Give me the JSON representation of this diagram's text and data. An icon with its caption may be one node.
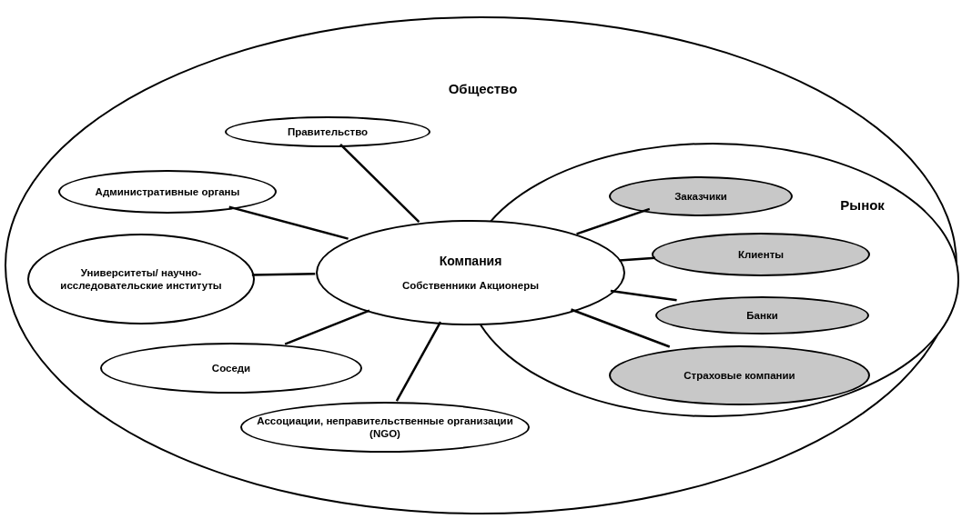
{
  "diagram": {
    "nodes": [
      {
        "text": [
          "Общество"
        ]
      },
      {
        "text": [
          "Правительство"
        ],
        "in": 0
      },
      {
        "text": [
          "Административные органы"
        ],
        "in": 0
      },
      {
        "text": [
          "Университеты/ научно-исследовательские институты"
        ],
        "in": 0
      },
      {
        "text": [
          "Соседи"
        ],
        "in": 0
      },
      {
        "text": [
          "Ассоциации, неправительственные организации (NGO)"
        ],
        "in": 0
      },
      {
        "text": [
          "Компания",
          "Собственники Акционеры"
        ],
        "in": 0
      },
      {
        "text": [
          "Рынок"
        ],
        "in": 0
      },
      {
        "text": [
          "Заказчики"
        ],
        "in": 7
      },
      {
        "text": [
          "Клиенты"
        ],
        "in": 7
      },
      {
        "text": [
          "Банки"
        ],
        "in": 7
      },
      {
        "text": [
          "Страховые компании"
        ],
        "in": 7
      }
    ],
    "edges": [
      {
        "from": 6,
        "to": 1,
        "arrow": "none"
      },
      {
        "from": 6,
        "to": 2,
        "arrow": "none"
      },
      {
        "from": 6,
        "to": 3,
        "arrow": "none"
      },
      {
        "from": 6,
        "to": 4,
        "arrow": "none"
      },
      {
        "from": 6,
        "to": 5,
        "arrow": "none"
      },
      {
        "from": 6,
        "to": 8,
        "arrow": "none"
      },
      {
        "from": 6,
        "to": 9,
        "arrow": "none"
      },
      {
        "from": 6,
        "to": 10,
        "arrow": "none"
      },
      {
        "from": 6,
        "to": 11,
        "arrow": "none"
      }
    ]
  }
}
